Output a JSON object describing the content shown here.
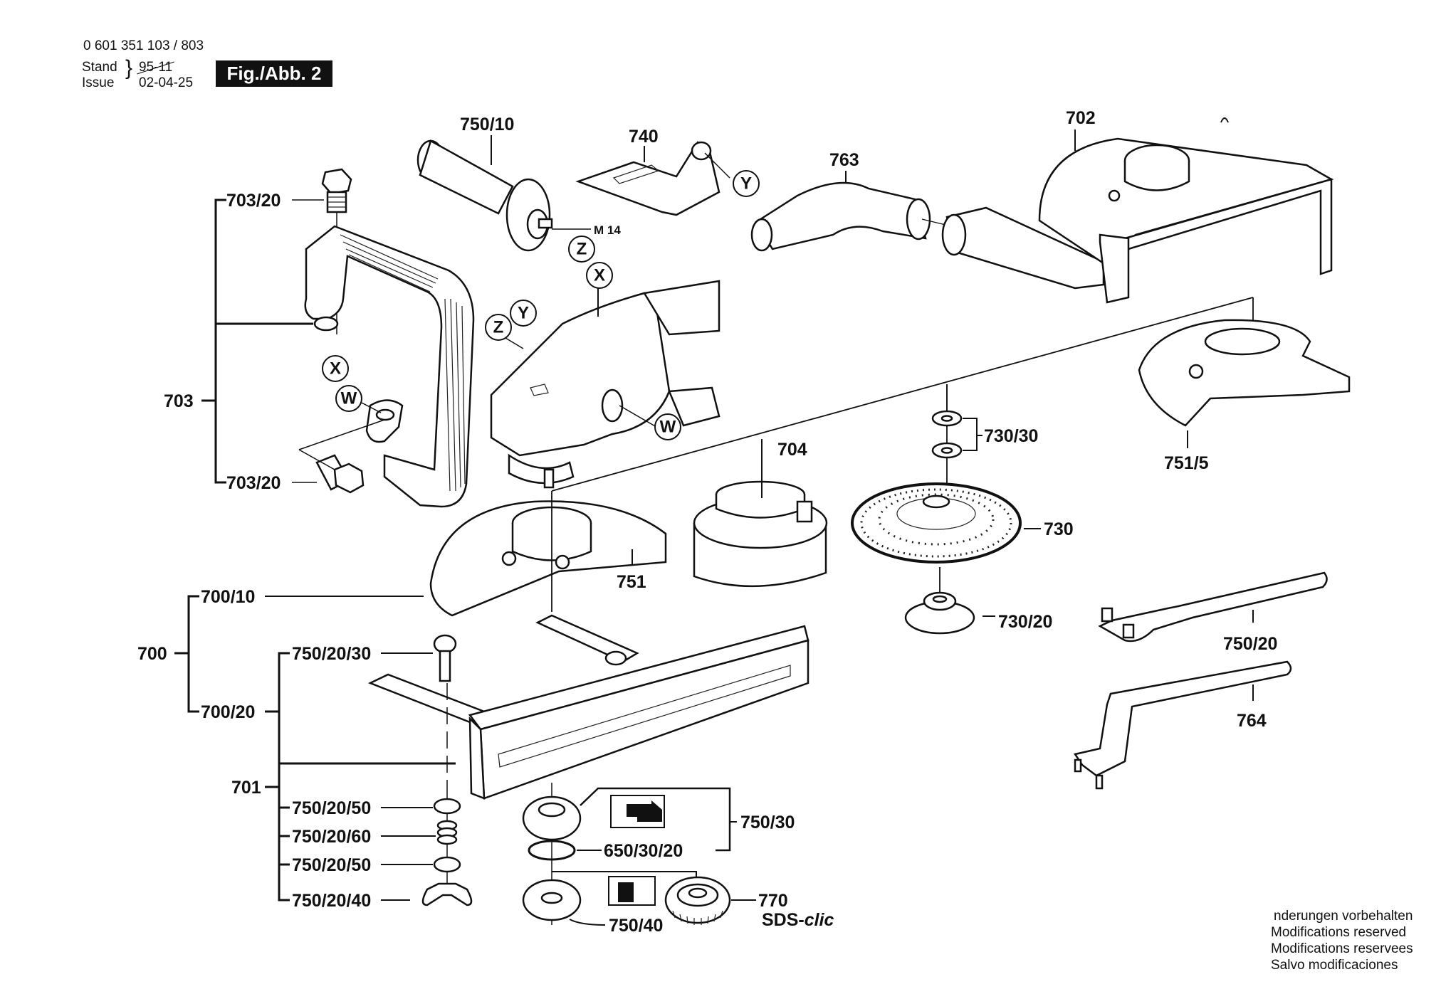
{
  "header": {
    "part_number": "0 601 351 103 / 803",
    "stand_label": "Stand",
    "issue_label": "Issue",
    "old_date_struck": "95-11",
    "issue_date": "02-04-25",
    "figure_label": "Fig./Abb. 2"
  },
  "callouts": {
    "c750_10": "750/10",
    "c740": "740",
    "c763": "763",
    "c702": "702",
    "c703_20_top": "703/20",
    "c703": "703",
    "c703_20_bottom": "703/20",
    "m14": "M 14",
    "c704": "704",
    "c730_30": "730/30",
    "c751_5": "751/5",
    "c730": "730",
    "c751": "751",
    "c700_10": "700/10",
    "c730_20": "730/20",
    "c750_20": "750/20",
    "c700": "700",
    "c750_20_30": "750/20/30",
    "c700_20": "700/20",
    "c764": "764",
    "c701": "701",
    "c750_20_50_a": "750/20/50",
    "c750_20_60": "750/20/60",
    "c750_20_50_b": "750/20/50",
    "c750_20_40": "750/20/40",
    "c750_30": "750/30",
    "c650_30_20": "650/30/20",
    "c770": "770",
    "c750_40": "750/40",
    "sds_prefix": "SDS-",
    "sds_suffix": "clic"
  },
  "connection_markers": {
    "z_handle": "Z",
    "y_bracket": "Y",
    "x_top": "X",
    "z_tool": "Z",
    "y_tool": "Y",
    "x_left": "X",
    "w_left": "W",
    "w_tool": "W"
  },
  "footer": {
    "line1": "nderungen vorbehalten",
    "line2": "Modifications reserved",
    "line3": "Modifications reservees",
    "line4": "Salvo modificaciones"
  }
}
